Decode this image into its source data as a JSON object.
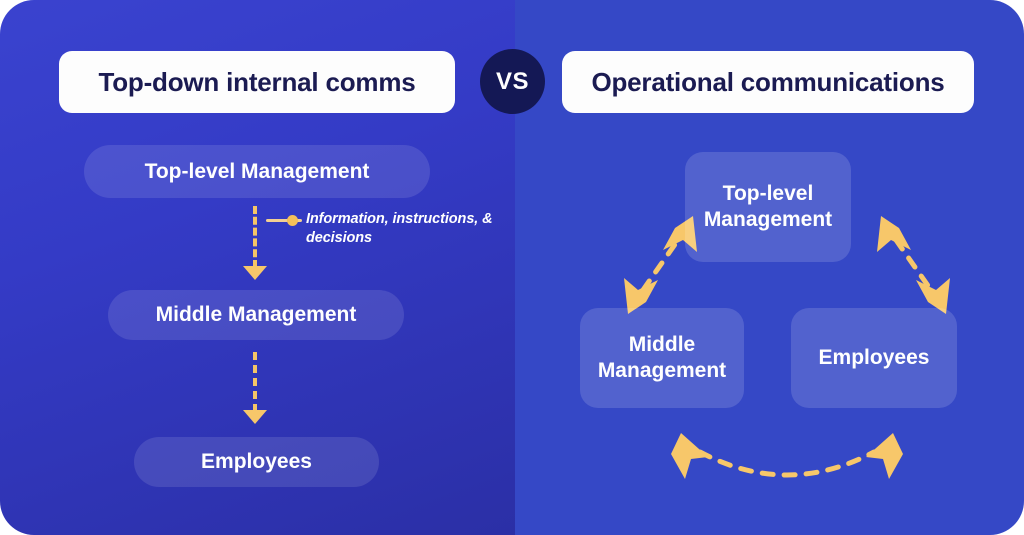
{
  "theme": {
    "panel_left_bg": "#343bc6",
    "panel_right_bg": "#3548c6",
    "accent_yellow": "#f7c76a",
    "badge_bg": "#141855",
    "header_text": "#1b1b52",
    "box_text": "#ffffff"
  },
  "header": {
    "left_title": "Top-down internal comms",
    "vs_label": "VS",
    "right_title": "Operational communications"
  },
  "left_panel": {
    "nodes": [
      {
        "id": "top-level-management",
        "label": "Top-level Management"
      },
      {
        "id": "middle-management",
        "label": "Middle Management"
      },
      {
        "id": "employees",
        "label": "Employees"
      }
    ],
    "annotation": {
      "text": "Information, instructions, & decisions"
    },
    "flow_direction": "downward",
    "connector_style": "dashed-arrow"
  },
  "right_panel": {
    "nodes": [
      {
        "id": "top-level-management",
        "label": "Top-level\nManagement",
        "line1": "Top-level",
        "line2": "Management"
      },
      {
        "id": "middle-management",
        "label": "Middle\nManagement",
        "line1": "Middle",
        "line2": "Management"
      },
      {
        "id": "employees",
        "label": "Employees",
        "line1": "Employees",
        "line2": ""
      }
    ],
    "flow_direction": "bidirectional-cycle",
    "connector_style": "dashed-double-arrow"
  },
  "chart_data": {
    "type": "diagram",
    "title": "Top-down internal comms VS Operational communications",
    "panels": [
      {
        "name": "Top-down internal comms",
        "layout": "vertical-hierarchy",
        "nodes": [
          "Top-level Management",
          "Middle Management",
          "Employees"
        ],
        "edges": [
          {
            "from": "Top-level Management",
            "to": "Middle Management",
            "direction": "one-way",
            "label": "Information, instructions, & decisions"
          },
          {
            "from": "Middle Management",
            "to": "Employees",
            "direction": "one-way",
            "label": ""
          }
        ]
      },
      {
        "name": "Operational communications",
        "layout": "triangle-cycle",
        "nodes": [
          "Top-level Management",
          "Middle Management",
          "Employees"
        ],
        "edges": [
          {
            "from": "Top-level Management",
            "to": "Middle Management",
            "direction": "two-way",
            "label": ""
          },
          {
            "from": "Top-level Management",
            "to": "Employees",
            "direction": "two-way",
            "label": ""
          },
          {
            "from": "Middle Management",
            "to": "Employees",
            "direction": "two-way",
            "label": ""
          }
        ]
      }
    ]
  }
}
